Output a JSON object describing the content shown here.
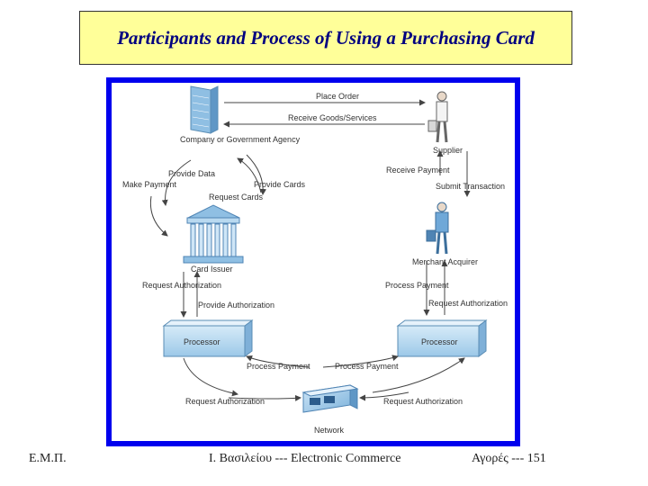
{
  "slide": {
    "title": "Participants and Process of Using a Purchasing Card"
  },
  "diagram": {
    "nodes": {
      "company": "Company or Government Agency",
      "supplier": "Supplier",
      "card_issuer": "Card Issuer",
      "merchant_acquirer": "Merchant Acquirer",
      "processor_left": "Processor",
      "processor_right": "Processor",
      "network": "Network"
    },
    "labels": {
      "place_order": "Place Order",
      "receive_goods": "Receive Goods/Services",
      "provide_data": "Provide Data",
      "make_payment": "Make Payment",
      "provide_cards": "Provide Cards",
      "request_cards": "Request Cards",
      "receive_payment": "Receive Payment",
      "submit_transaction": "Submit Transaction",
      "request_authorization_left": "Request Authorization",
      "provide_authorization": "Provide Authorization",
      "process_payment_right_top": "Process Payment",
      "request_authorization_right": "Request Authorization",
      "process_payment_left": "Process Payment",
      "process_payment_right": "Process Payment",
      "request_authorization_bottom_left": "Request Authorization",
      "request_authorization_bottom_right": "Request Authorization"
    }
  },
  "footer": {
    "left": "Ε.Μ.Π.",
    "center": "Ι. Βασιλείου --- Electronic Commerce",
    "right": "Αγορές  ---  151"
  }
}
